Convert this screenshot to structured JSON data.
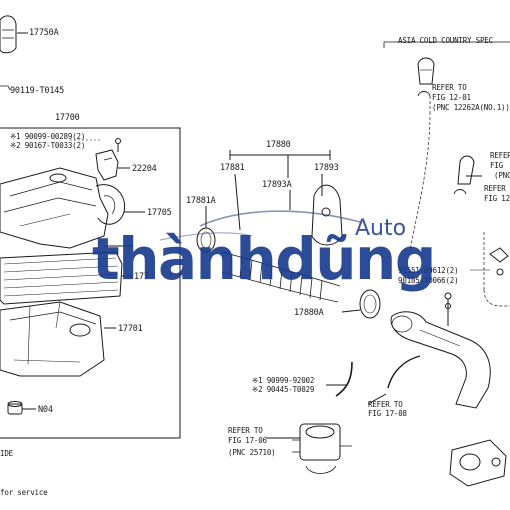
{
  "diagram": {
    "part_labels": {
      "p17750A": "17750A",
      "p90119": "90119-T0145",
      "p17700": "17700",
      "p90099a": "※1 90099-00289(2)",
      "p90167": "※2 90167-T0033(2)",
      "p22204": "22204",
      "p17705": "17705",
      "p177": "177",
      "p17701": "17701",
      "pN04": "N04",
      "p17880": "17880",
      "p17881": "17881",
      "p17893": "17893",
      "p17893A": "17893A",
      "p17881A": "17881A",
      "p17880A": "17880A",
      "p91551": "91551-80612(2)",
      "p90105": "90105-T0066(2)",
      "p90999b": "※1 90999-92002",
      "p90445": "※2 90445-T0029"
    },
    "notes": {
      "asia_cold": "ASIA COLD COUNTRY SPEC",
      "refer_to_1": "REFER TO",
      "fig_12_01": "FIG 12-01",
      "pnc_12262a": "(PNC 12262A(NO.1))",
      "refer_to_2": "REFER",
      "fig_2": "FIG",
      "pnc_2": "(PNC",
      "refer_to_3": "REFER",
      "fig_12": "FIG 12",
      "refer_to_4": "REFER TO",
      "fig_17_08": "FIG 17-08",
      "refer_to_5": "REFER TO",
      "fig_17_06": "FIG 17-06",
      "pnc_25710": "(PNC 25710)",
      "footnote_1": "IDE",
      "footnote_2": "for service"
    },
    "watermark": {
      "brand": "thànhdũng",
      "sub": "Auto"
    }
  }
}
